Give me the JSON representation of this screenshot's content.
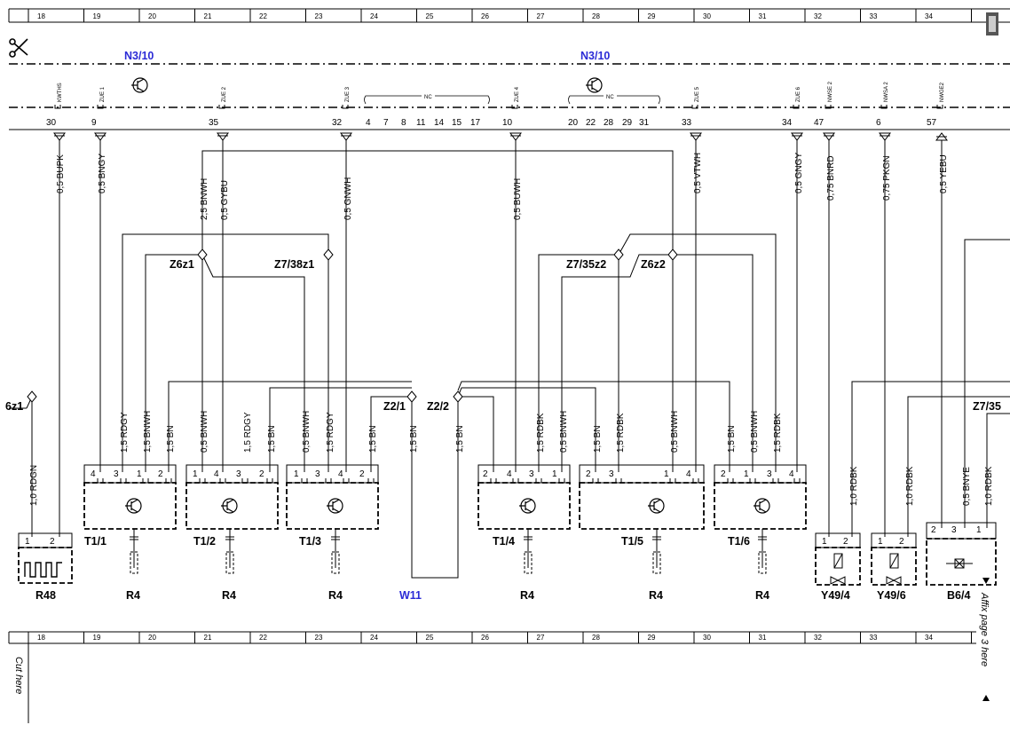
{
  "ruler": {
    "top": [
      "18",
      "19",
      "20",
      "21",
      "22",
      "23",
      "24",
      "25",
      "26",
      "27",
      "28",
      "29",
      "30",
      "31",
      "32",
      "33",
      "34"
    ],
    "bottom": [
      "18",
      "19",
      "20",
      "21",
      "22",
      "23",
      "24",
      "25",
      "26",
      "27",
      "28",
      "29",
      "30",
      "31",
      "32",
      "33",
      "34"
    ]
  },
  "component_top": {
    "left": "N3/10",
    "right": "N3/10",
    "nc": "NC"
  },
  "signals": [
    "KWTHS",
    "ZUE 1",
    "ZUE 2",
    "ZUE 3",
    "ZUE 4",
    "ZUE 5",
    "ZUE 6",
    "NWSE 2",
    "NWSA 2",
    "NWGE2"
  ],
  "pins_top": [
    "30",
    "9",
    "35",
    "32",
    "4",
    "7",
    "8",
    "11",
    "14",
    "15",
    "17",
    "10",
    "20",
    "22",
    "28",
    "29",
    "31",
    "33",
    "34",
    "47",
    "6",
    "57"
  ],
  "wires_upper": [
    "0,5 BUPK",
    "0,5 BNGY",
    "2,5 BNWH",
    "0,5 GYBU",
    "0,5 GNWH",
    "0,5 BUWH",
    "0,5 VTWH",
    "0,5 GNGY",
    "0,75 BNRD",
    "0,75 PKGN",
    "0,5 YEBU"
  ],
  "splices": [
    "Z6z1",
    "Z7/38z1",
    "Z7/35z2",
    "Z6z2",
    "Z2/1",
    "Z2/2",
    "6z1",
    "Z7/35"
  ],
  "wires_lower": [
    "1,5 RDGY",
    "1,5 BNWH",
    "1,5 BN",
    "0,5 BNWH",
    "1,5 RDGY",
    "1,5 BN",
    "0,5 BNWH",
    "1,5 RDGY",
    "1,5 BN",
    "1,5 BN",
    "1,5 BN",
    "1,5 RDBK",
    "0,5 BNWH",
    "1,5 BN",
    "1,5 RDBK",
    "0,5 BNWH",
    "1,5 BN",
    "0,5 BNWH",
    "1,5 RDBK",
    "1,0 RDGN",
    "1,0 RDBK",
    "1,0 RDBK",
    "0,5 BNYE",
    "1,0 RDBK"
  ],
  "block_pins": {
    "t11": [
      "4",
      "3",
      "1",
      "2"
    ],
    "t12": [
      "1",
      "4",
      "3",
      "2"
    ],
    "t13": [
      "1",
      "3",
      "4",
      "2"
    ],
    "t14": [
      "2",
      "4",
      "3",
      "1"
    ],
    "t15": [
      "2",
      "3",
      "1",
      "4"
    ],
    "t16": [
      "2",
      "1",
      "3",
      "4"
    ],
    "r48": [
      "1",
      "2"
    ],
    "y494": [
      "1",
      "2"
    ],
    "y496": [
      "1",
      "2"
    ],
    "b64": [
      "2",
      "3",
      "1"
    ]
  },
  "components_bottom": [
    "T1/1",
    "T1/2",
    "T1/3",
    "T1/4",
    "T1/5",
    "T1/6",
    "R48",
    "Y49/4",
    "Y49/6",
    "B6/4"
  ],
  "resistors": [
    "R4",
    "R4",
    "R4",
    "R4",
    "R4",
    "R4"
  ],
  "ground": "W11",
  "margin_left": "Cut here",
  "margin_right": "Affix page 3 here"
}
